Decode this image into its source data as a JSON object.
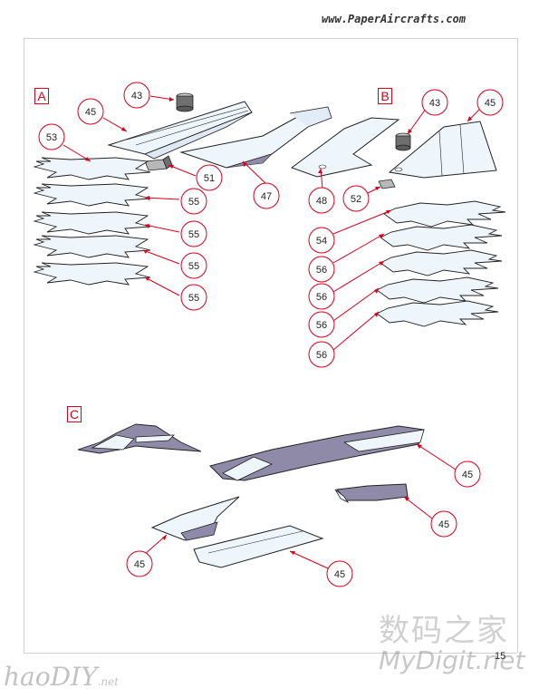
{
  "header": {
    "url": "www.PaperAircrafts.com"
  },
  "sections": {
    "a": "A",
    "b": "B",
    "c": "C"
  },
  "callouts": {
    "a": [
      "43",
      "45",
      "53",
      "51",
      "47",
      "48",
      "55",
      "55",
      "55",
      "55"
    ],
    "b": [
      "43",
      "45",
      "52",
      "54",
      "56",
      "56",
      "56",
      "56"
    ],
    "c": [
      "45",
      "45",
      "45",
      "45"
    ]
  },
  "footer": {
    "page_number": "15"
  },
  "watermarks": {
    "chinese": "数码之家",
    "mydigit": "MyDigit.net",
    "haodiy": "haoDIY",
    "haodiy_suffix": ".net"
  },
  "colors": {
    "callout_red": "#d9001b",
    "part_fill": "#eef5fb",
    "shade_fill": "#8f8aa8",
    "outline": "#222222"
  }
}
